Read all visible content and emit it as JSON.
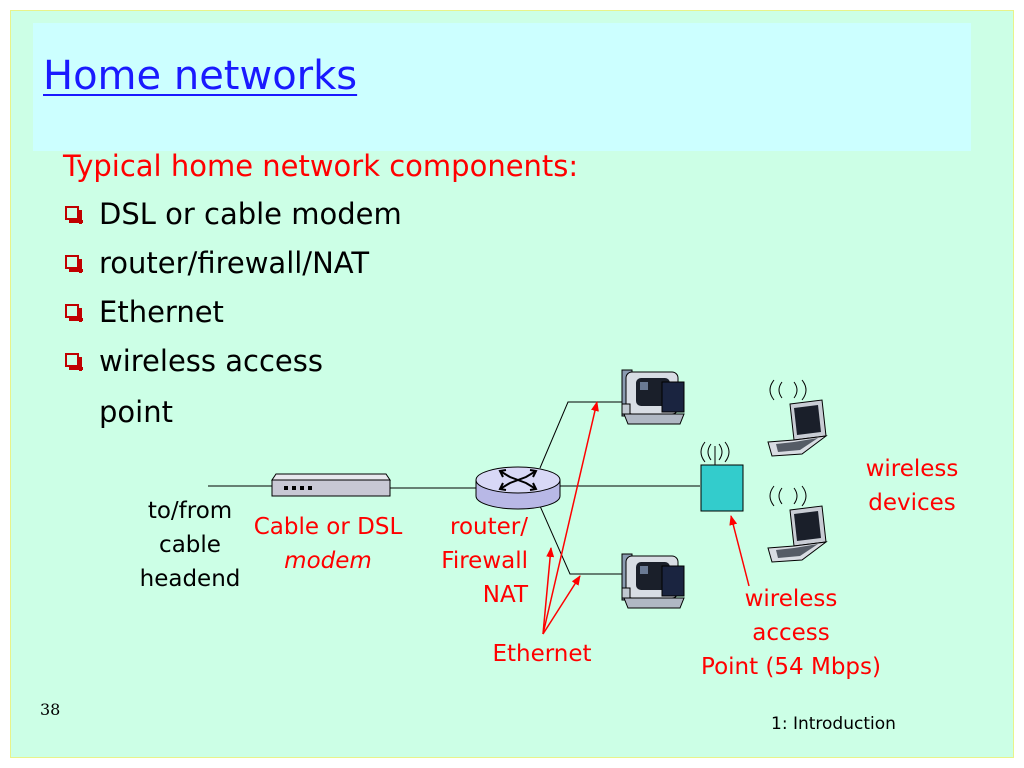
{
  "title": "Home networks",
  "intro": "Typical home network components:",
  "bullets": [
    "DSL or cable modem",
    "router/firewall/NAT",
    "Ethernet",
    "wireless access"
  ],
  "bullet_continuation": "point",
  "labels": {
    "headend_1": "to/from",
    "headend_2": "cable",
    "headend_3": "headend",
    "modem_1": "Cable or DSL",
    "modem_2": "modem",
    "router_1": "router/",
    "router_2": "Firewall",
    "router_3": "NAT",
    "ethernet": "Ethernet",
    "wap_1": "wireless",
    "wap_2": "access",
    "wap_3": "Point (54 Mbps)",
    "devices_1": "wireless",
    "devices_2": "devices"
  },
  "slide_number": "38",
  "footer": "1: Introduction",
  "colors": {
    "title": "#1a1aff",
    "accent": "#ff0000",
    "background": "#ccffe6",
    "title_band": "#ccffff"
  }
}
